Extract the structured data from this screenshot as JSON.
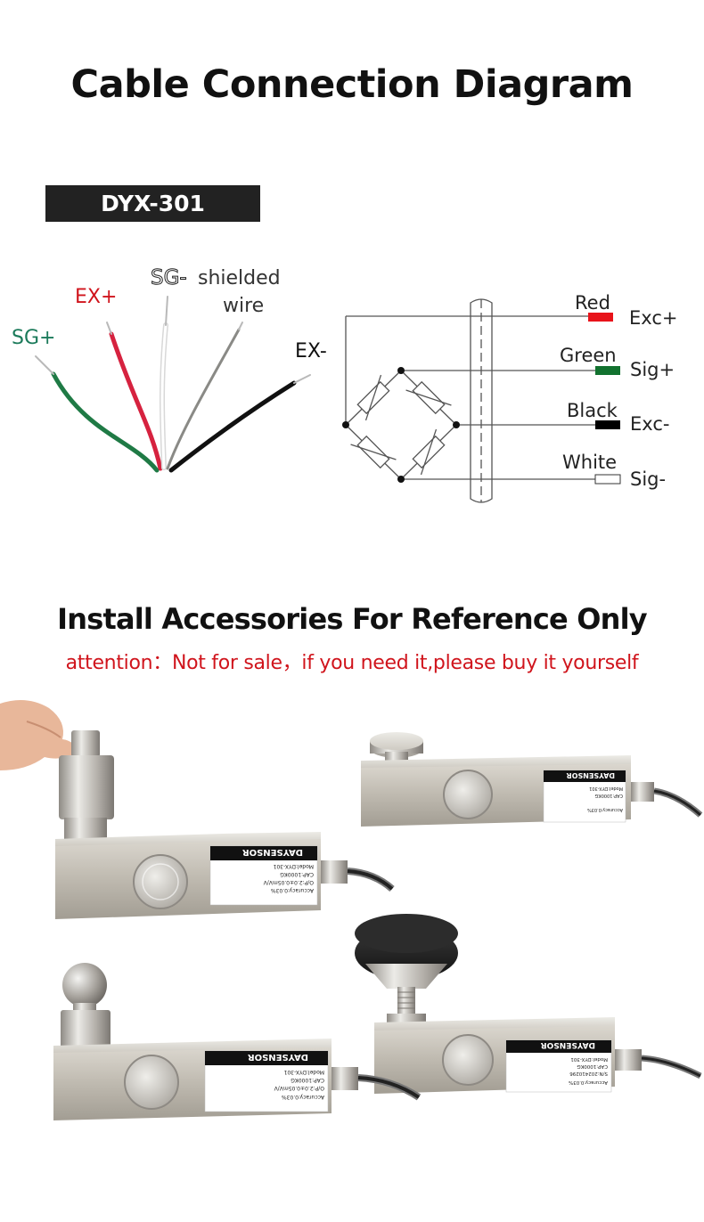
{
  "title": "Cable Connection Diagram",
  "model": "DYX-301",
  "wires": {
    "sg_plus": "SG+",
    "ex_plus": "EX+",
    "sg_minus": "SG-",
    "shielded_line1": "shielded",
    "shielded_line2": "wire",
    "ex_minus": "EX-"
  },
  "bridge": {
    "terminals": [
      {
        "color_name": "Red",
        "signal": "Exc+",
        "swatch": "#e8131a"
      },
      {
        "color_name": "Green",
        "signal": "Sig+",
        "swatch": "#12722f"
      },
      {
        "color_name": "Black",
        "signal": "Exc-",
        "swatch": "#000000"
      },
      {
        "color_name": "White",
        "signal": "Sig-",
        "swatch": "#ffffff"
      }
    ]
  },
  "accessories_title": "Install Accessories For Reference Only",
  "attention": "attention：Not for sale，if you need it,please buy it yourself",
  "colors": {
    "wire_red": "#d6223f",
    "wire_green": "#1f7a45",
    "wire_black": "#111111",
    "wire_shield": "#8a8a86",
    "label_red": "#d0141c",
    "label_green": "#1b7a5a",
    "steel": "#c8c4bc"
  },
  "label": {
    "brand": "DAYSENSOR",
    "model_line": "Model:DYX-301",
    "cap_line": "CAP:1000KG",
    "output_line": "O/P:2.0±0.05mV/V",
    "serial_line": "S/N:202410296",
    "accuracy_line": "Accuracy:0.03%"
  }
}
